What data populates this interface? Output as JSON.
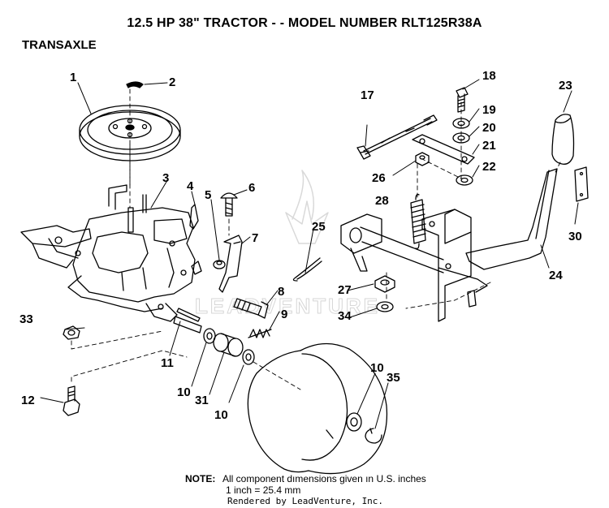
{
  "title": "12.5 HP 38\" TRACTOR - - MODEL NUMBER RLT125R38A",
  "section": "TRANSAXLE",
  "callouts": [
    "1",
    "2",
    "3",
    "4",
    "5",
    "6",
    "7",
    "8",
    "9",
    "10",
    "11",
    "12",
    "17",
    "18",
    "19",
    "20",
    "21",
    "22",
    "23",
    "24",
    "25",
    "26",
    "27",
    "28",
    "30",
    "31",
    "33",
    "34",
    "35",
    "10",
    "10"
  ],
  "watermark": "LEADVENTURE",
  "note": {
    "heading": "NOTE:",
    "line1": "All component dımensions given ın U.S. inches",
    "line2": "1 inch = 25.4 mm"
  },
  "rendered_by": "Rendered by LeadVenture, Inc."
}
